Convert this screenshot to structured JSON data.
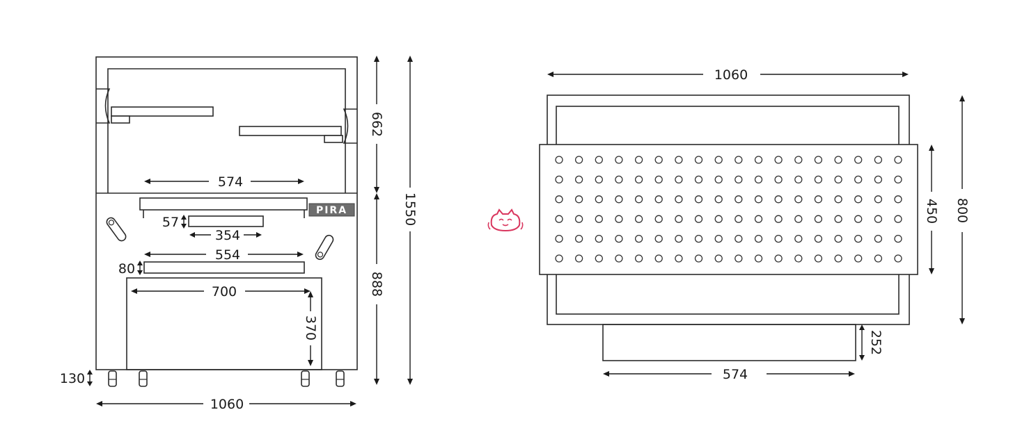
{
  "front_view": {
    "dimensions": {
      "overall_width": "1060",
      "overall_height": "1550",
      "upper_height": "662",
      "lower_height": "888",
      "shelf_width": "574",
      "drawer_width": "354",
      "drawer_height": "57",
      "panel_width": "554",
      "panel_height": "80",
      "door_width": "700",
      "door_height": "370",
      "leg_height": "130"
    },
    "logo_text": "PIRA"
  },
  "top_view": {
    "dimensions": {
      "overall_width": "1060",
      "overall_depth": "800",
      "grill_depth": "450",
      "tray_width": "574",
      "tray_depth": "252"
    },
    "grill": {
      "rows": 6,
      "columns": 18
    }
  },
  "watermark": {
    "icon": "cat-face-icon",
    "color": "#d9365e"
  },
  "colors": {
    "line": "#2b2b2b",
    "logo_fill": "#6e6e6e",
    "background": "#ffffff"
  }
}
